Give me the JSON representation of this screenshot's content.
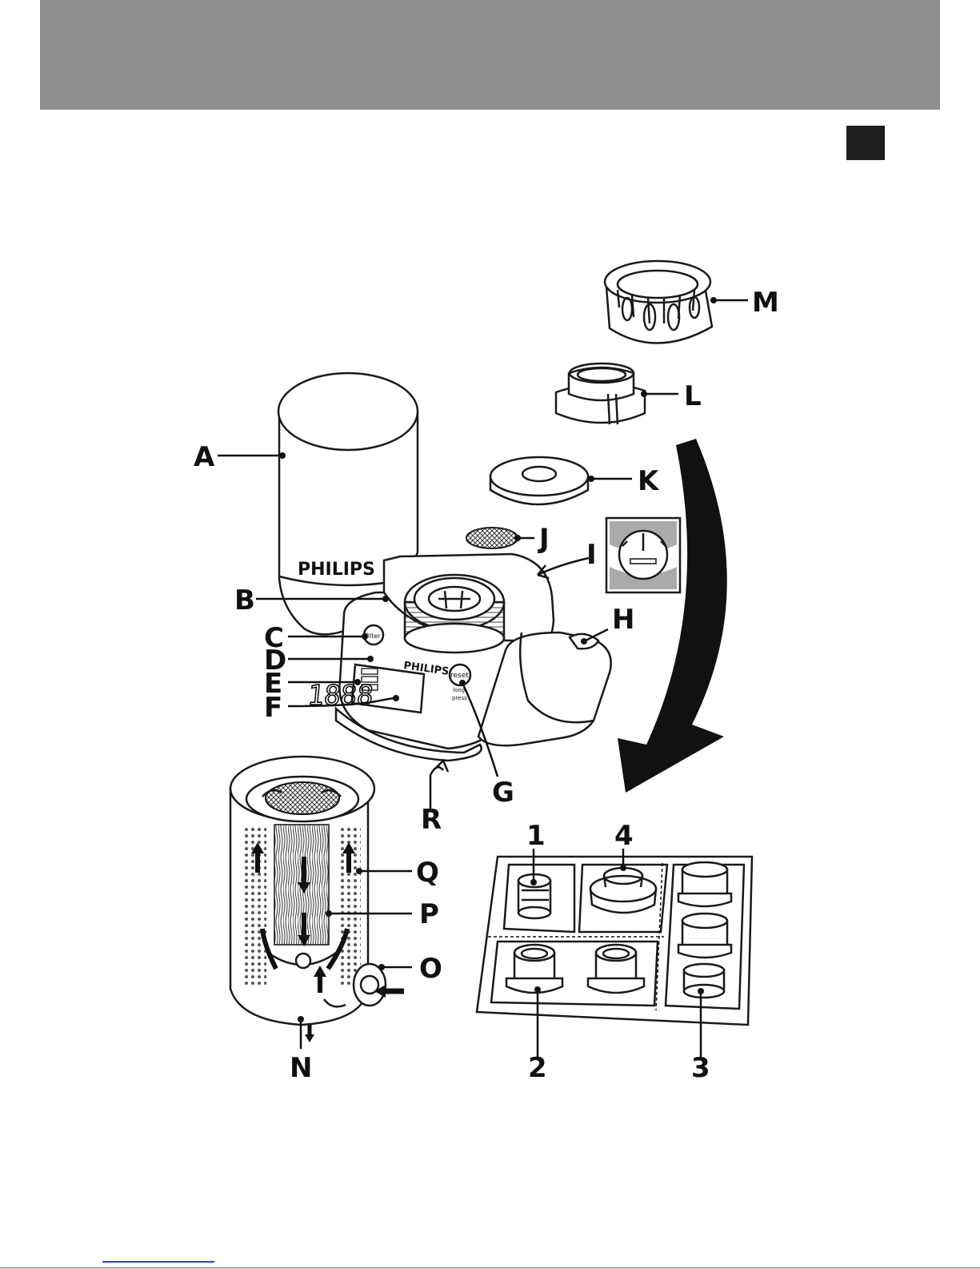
{
  "page": {
    "header_band_color": "#8f8e8e",
    "language_marker_color": "#1e1e1e"
  },
  "brand": {
    "cartridge_logo": "PHILIPS",
    "unit_logo": "PHILIPS"
  },
  "display": {
    "digits": "1888",
    "filter_button_label": "filter",
    "reset_button_label": "reset",
    "reset_hint_line1": "long",
    "reset_hint_line2": "press"
  },
  "callouts": {
    "A": "A",
    "B": "B",
    "C": "C",
    "D": "D",
    "E": "E",
    "F": "F",
    "G": "G",
    "H": "H",
    "I": "I",
    "J": "J",
    "K": "K",
    "L": "L",
    "M": "M",
    "N": "N",
    "O": "O",
    "P": "P",
    "Q": "Q",
    "R": "R"
  },
  "adapter_numbers": {
    "n1": "1",
    "n2": "2",
    "n3": "3",
    "n4": "4"
  }
}
